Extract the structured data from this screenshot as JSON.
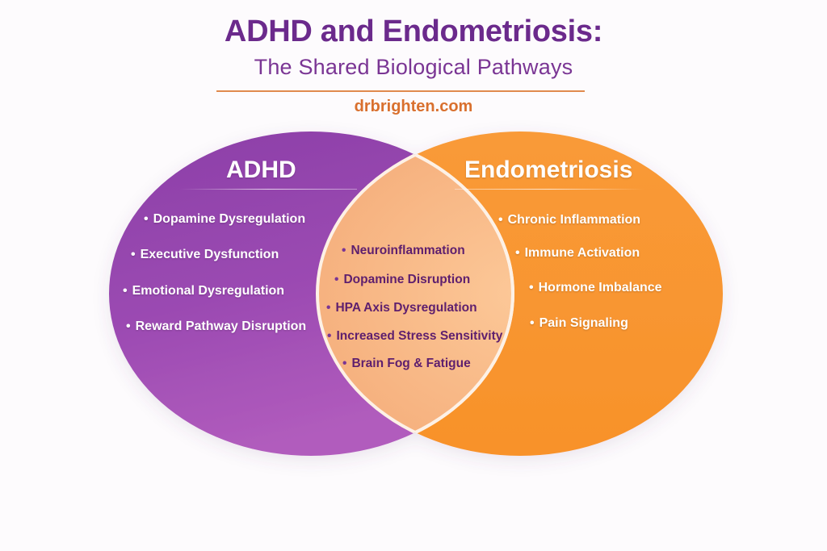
{
  "header": {
    "title": "ADHD and Endometriosis:",
    "subtitle": "The Shared Biological Pathways",
    "url": "drbrighten.com"
  },
  "colors": {
    "title_purple": "#6b2a8c",
    "url_orange": "#d9702e",
    "adhd_purple": "#9a48b0",
    "endo_orange": "#f9962f",
    "overlap_peach": "#f7b98a",
    "overlap_text": "#5e1f6e"
  },
  "venn": {
    "adhd": {
      "title": "ADHD",
      "items": [
        "Dopamine Dysregulation",
        "Executive Dysfunction",
        "Emotional Dysregulation",
        "Reward Pathway Disruption"
      ]
    },
    "endometriosis": {
      "title": "Endometriosis",
      "items": [
        "Chronic Inflammation",
        "Immune Activation",
        "Hormone Imbalance",
        "Pain Signaling"
      ]
    },
    "overlap": {
      "items": [
        "Neuroinflammation",
        "Dopamine Disruption",
        "HPA Axis Dysregulation",
        "Increased Stress Sensitivity",
        "Brain Fog & Fatigue"
      ]
    },
    "bullet": "•"
  }
}
